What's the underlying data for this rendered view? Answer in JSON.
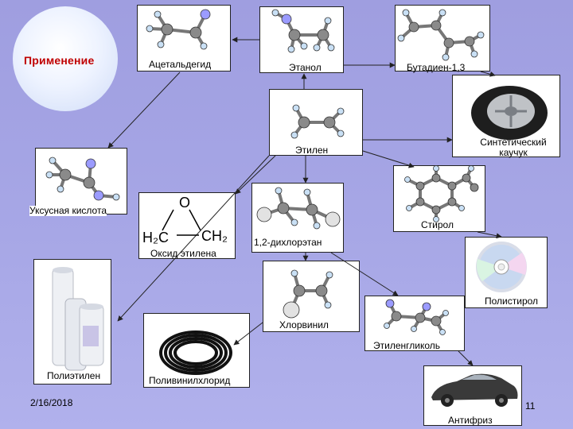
{
  "title": "Применение",
  "nodes": {
    "acetaldehyde": "Ацетальдегид",
    "ethanol": "Этанол",
    "butadiene": "Бутадиен-1,3",
    "ethylene": "Этилен",
    "synthetic_rubber": "Синтетический каучук",
    "acetic_acid": "Уксусная кислота",
    "ethylene_oxide": "Оксид этилена",
    "dichloroethane": "1,2-дихлорэтан",
    "styrene": "Стирол",
    "polystyrene": "Полистирол",
    "vinyl_chloride": "Хлорвинил",
    "ethylene_glycol": "Этиленгликоль",
    "polyethylene": "Полиэтилен",
    "pvc": "Поливинилхлорид",
    "antifreeze": "Антифриз"
  },
  "ethylene_oxide_formula": {
    "o": "O",
    "h2c": "H₂C",
    "ch2": "CH₂"
  },
  "footer": {
    "date": "2/16/2018",
    "page": "11"
  },
  "colors": {
    "background": "#a7a7e6",
    "title": "#c00000",
    "arrow": "#222222"
  }
}
